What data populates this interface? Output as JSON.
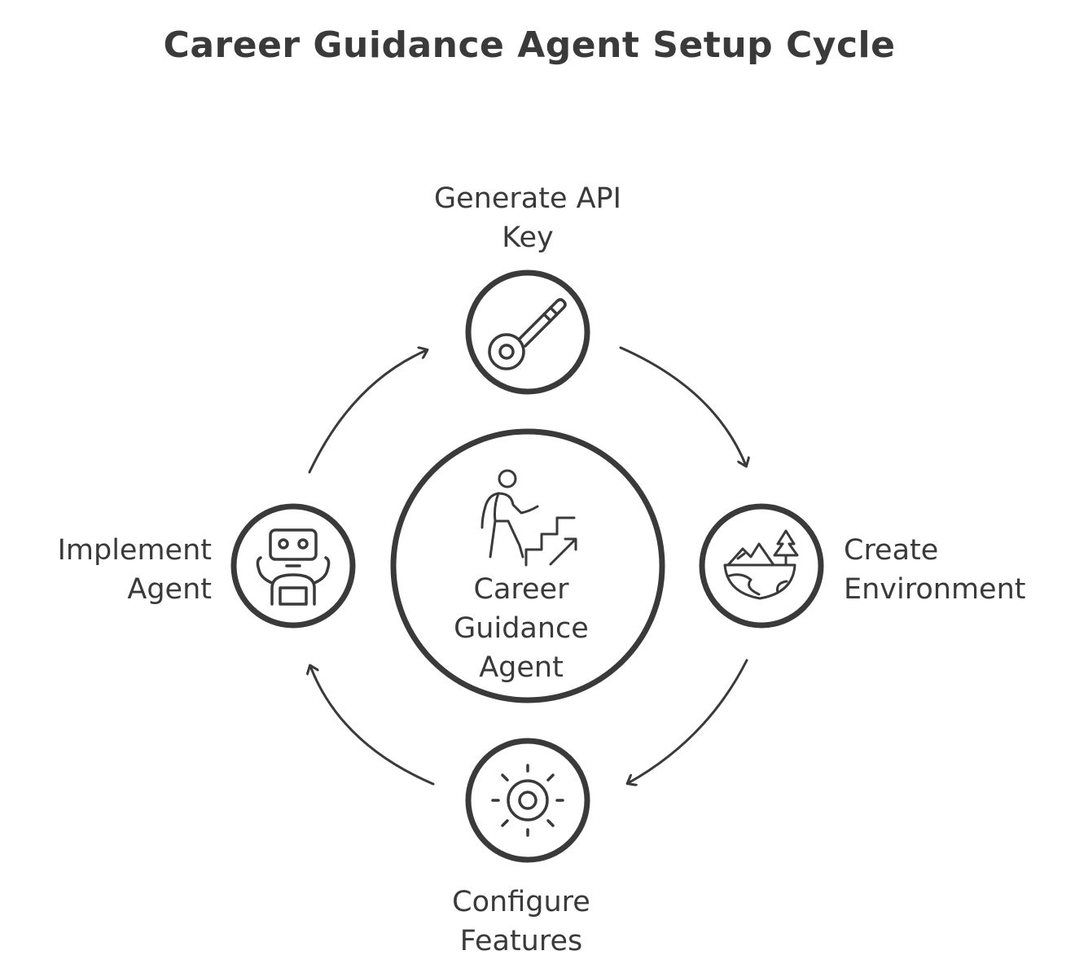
{
  "title": "Career Guidance Agent Setup Cycle",
  "center": {
    "line1": "Career",
    "line2": "Guidance",
    "line3": "Agent",
    "icon": "person-climbing-stairs-icon"
  },
  "steps": [
    {
      "line1": "Generate API",
      "line2": "Key",
      "icon": "key-icon"
    },
    {
      "line1": "Create",
      "line2": "Environment",
      "icon": "landscape-icon"
    },
    {
      "line1": "Configure",
      "line2": "Features",
      "icon": "gear-icon"
    },
    {
      "line1": "Implement",
      "line2": "Agent",
      "icon": "robot-icon"
    }
  ],
  "colors": {
    "stroke": "#3a3a3a",
    "background": "#ffffff"
  }
}
